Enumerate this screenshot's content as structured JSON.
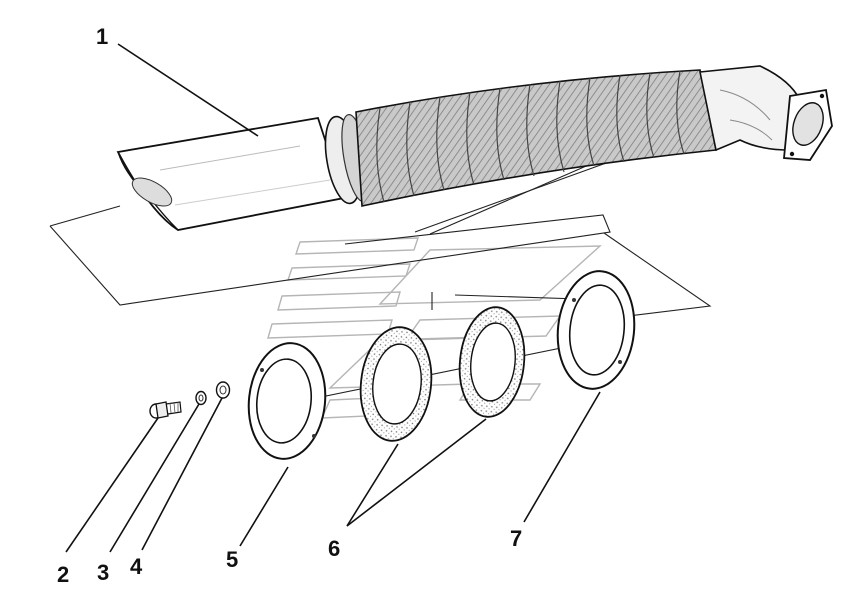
{
  "callouts": {
    "c1": "1",
    "c2": "2",
    "c3": "3",
    "c4": "4",
    "c5": "5",
    "c6": "6",
    "c7": "7"
  },
  "colors": {
    "ink": "#111111",
    "wrap": "#8a8a8a",
    "watermark": "#b5b5b5",
    "background": "#ffffff"
  }
}
